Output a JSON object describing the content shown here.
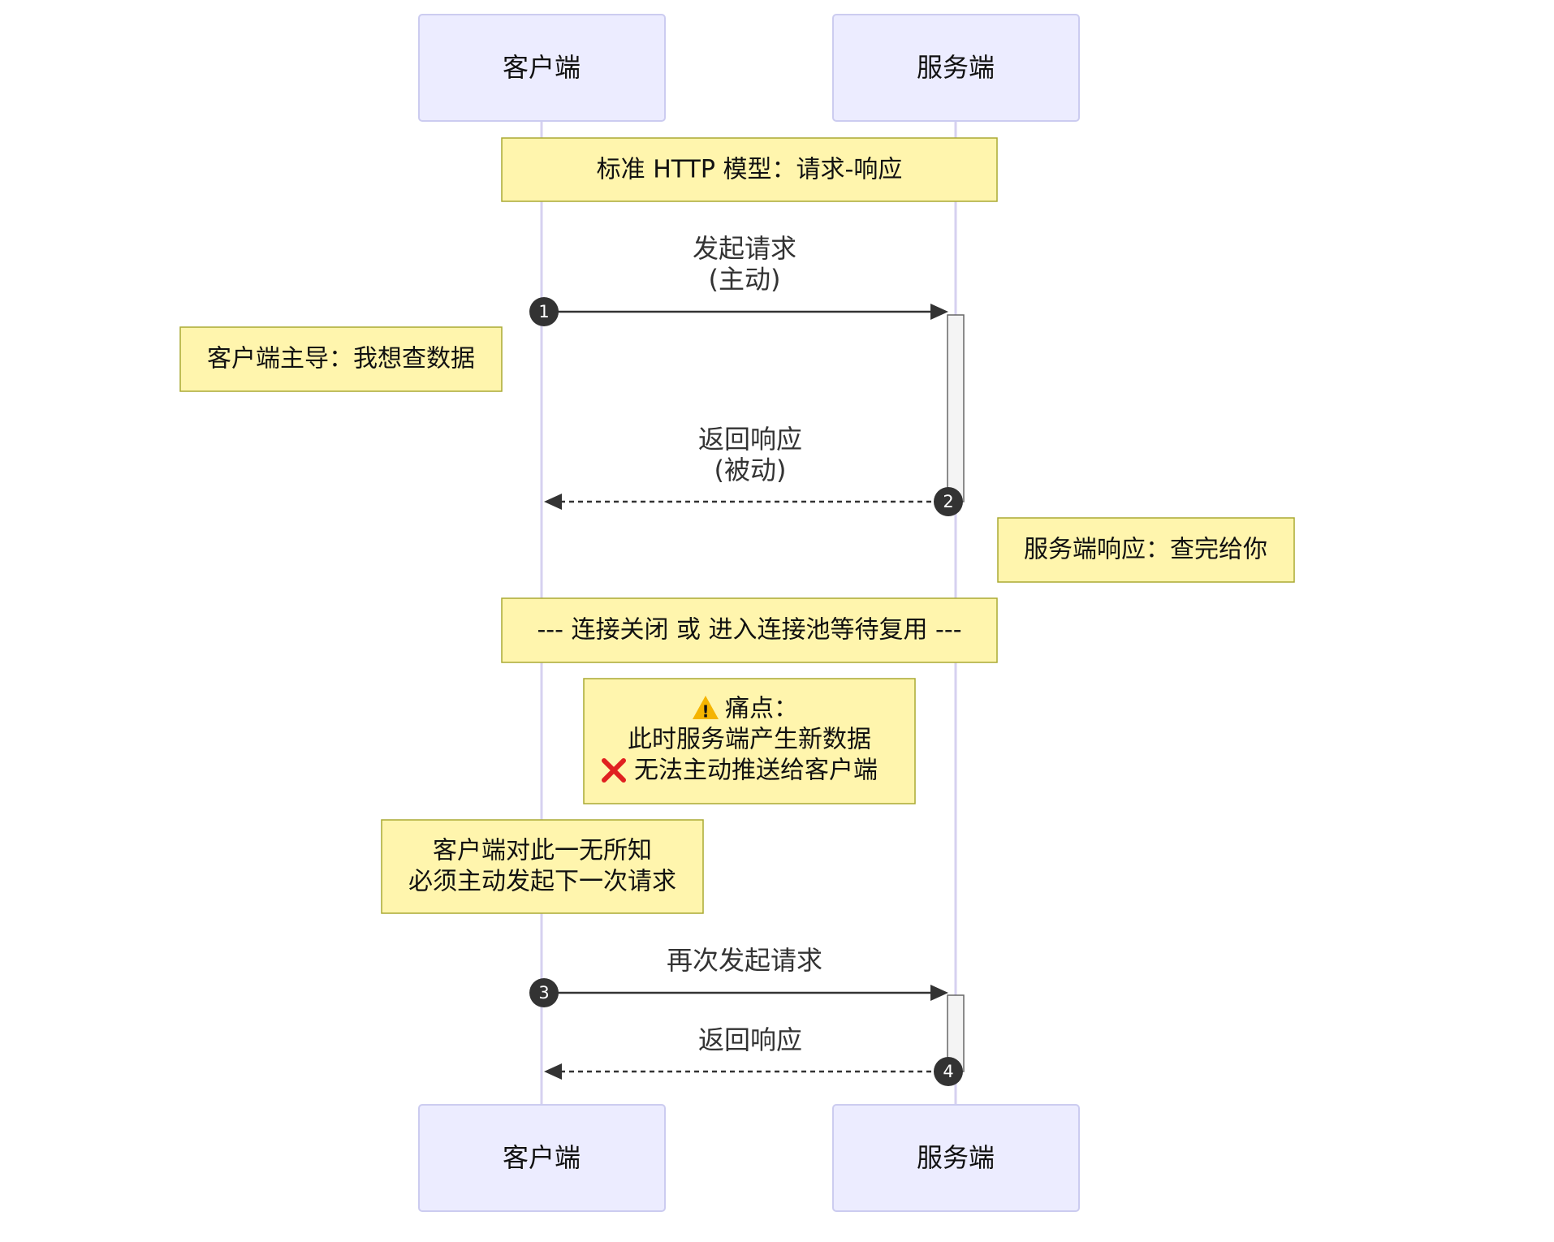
{
  "actors": {
    "client": {
      "label": "客户端"
    },
    "server": {
      "label": "服务端"
    }
  },
  "notes": {
    "model": "标准 HTTP 模型：请求-响应",
    "client_lead": "客户端主导：我想查数据",
    "server_resp": "服务端响应：查完给你",
    "conn_close": "--- 连接关闭 或 进入连接池等待复用 ---",
    "pain_line1": "痛点：",
    "pain_line2": "此时服务端产生新数据",
    "pain_line3": "无法主动推送给客户端",
    "unaware_line1": "客户端对此一无所知",
    "unaware_line2": "必须主动发起下一次请求"
  },
  "messages": [
    {
      "seq": "1",
      "line1": "发起请求",
      "line2": "(主动)",
      "style": "solid"
    },
    {
      "seq": "2",
      "line1": "返回响应",
      "line2": "(被动)",
      "style": "dashed"
    },
    {
      "seq": "3",
      "line1": "再次发起请求",
      "style": "solid"
    },
    {
      "seq": "4",
      "line1": "返回响应",
      "style": "dashed"
    }
  ],
  "icons": {
    "warning": "warning-icon",
    "cross": "cross-icon"
  },
  "colors": {
    "actor_fill": "#ECECFF",
    "note_fill": "#FFF5AD",
    "line": "#333333",
    "lifeline": "#D6D1F0",
    "warning": "#F5B400",
    "cross": "#E02020"
  }
}
